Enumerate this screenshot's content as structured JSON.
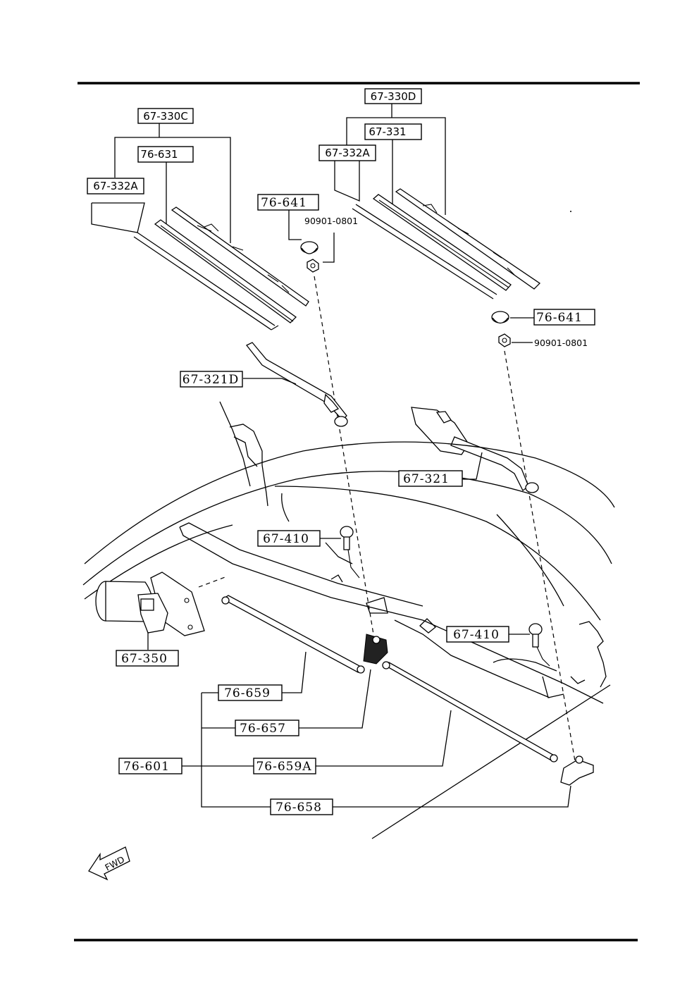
{
  "callouts": {
    "blade_left_assy": "67-330C",
    "blade_left": "76-631",
    "blade_left_refill": "67-332A",
    "blade_right_assy": "67-330D",
    "blade_right": "67-331",
    "blade_right_refill": "67-332A",
    "cap_left": "76-641",
    "nut_left": "90901-0801",
    "cap_right": "76-641",
    "nut_right": "90901-0801",
    "arm_left": "67-321D",
    "arm_right": "67-321",
    "bolt_left": "67-410",
    "bolt_right": "67-410",
    "motor": "67-350",
    "link_rod_a": "76-659",
    "pivot_left": "76-657",
    "link_assy": "76-601",
    "link_rod_b": "76-659A",
    "pivot_right": "76-658"
  },
  "fwd_label": "FWD"
}
